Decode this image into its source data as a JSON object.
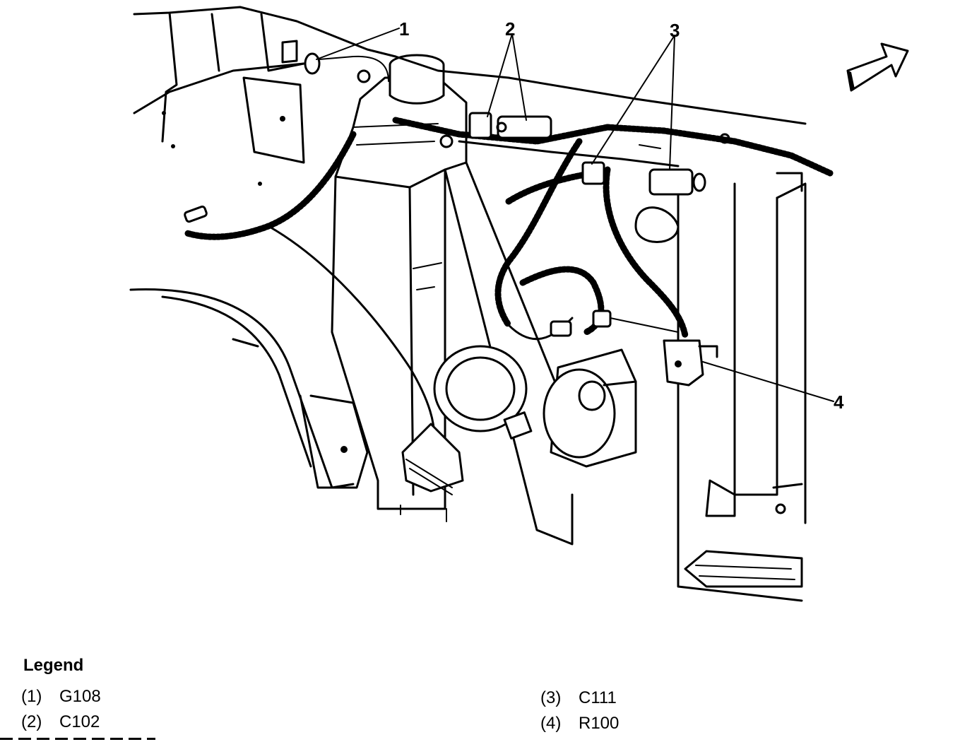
{
  "callouts": [
    "1",
    "2",
    "3",
    "4"
  ],
  "legend": {
    "title": "Legend",
    "items": [
      {
        "num": "(1)",
        "label": "G108"
      },
      {
        "num": "(2)",
        "label": "C102"
      },
      {
        "num": "(3)",
        "label": "C111"
      },
      {
        "num": "(4)",
        "label": "R100"
      }
    ]
  }
}
